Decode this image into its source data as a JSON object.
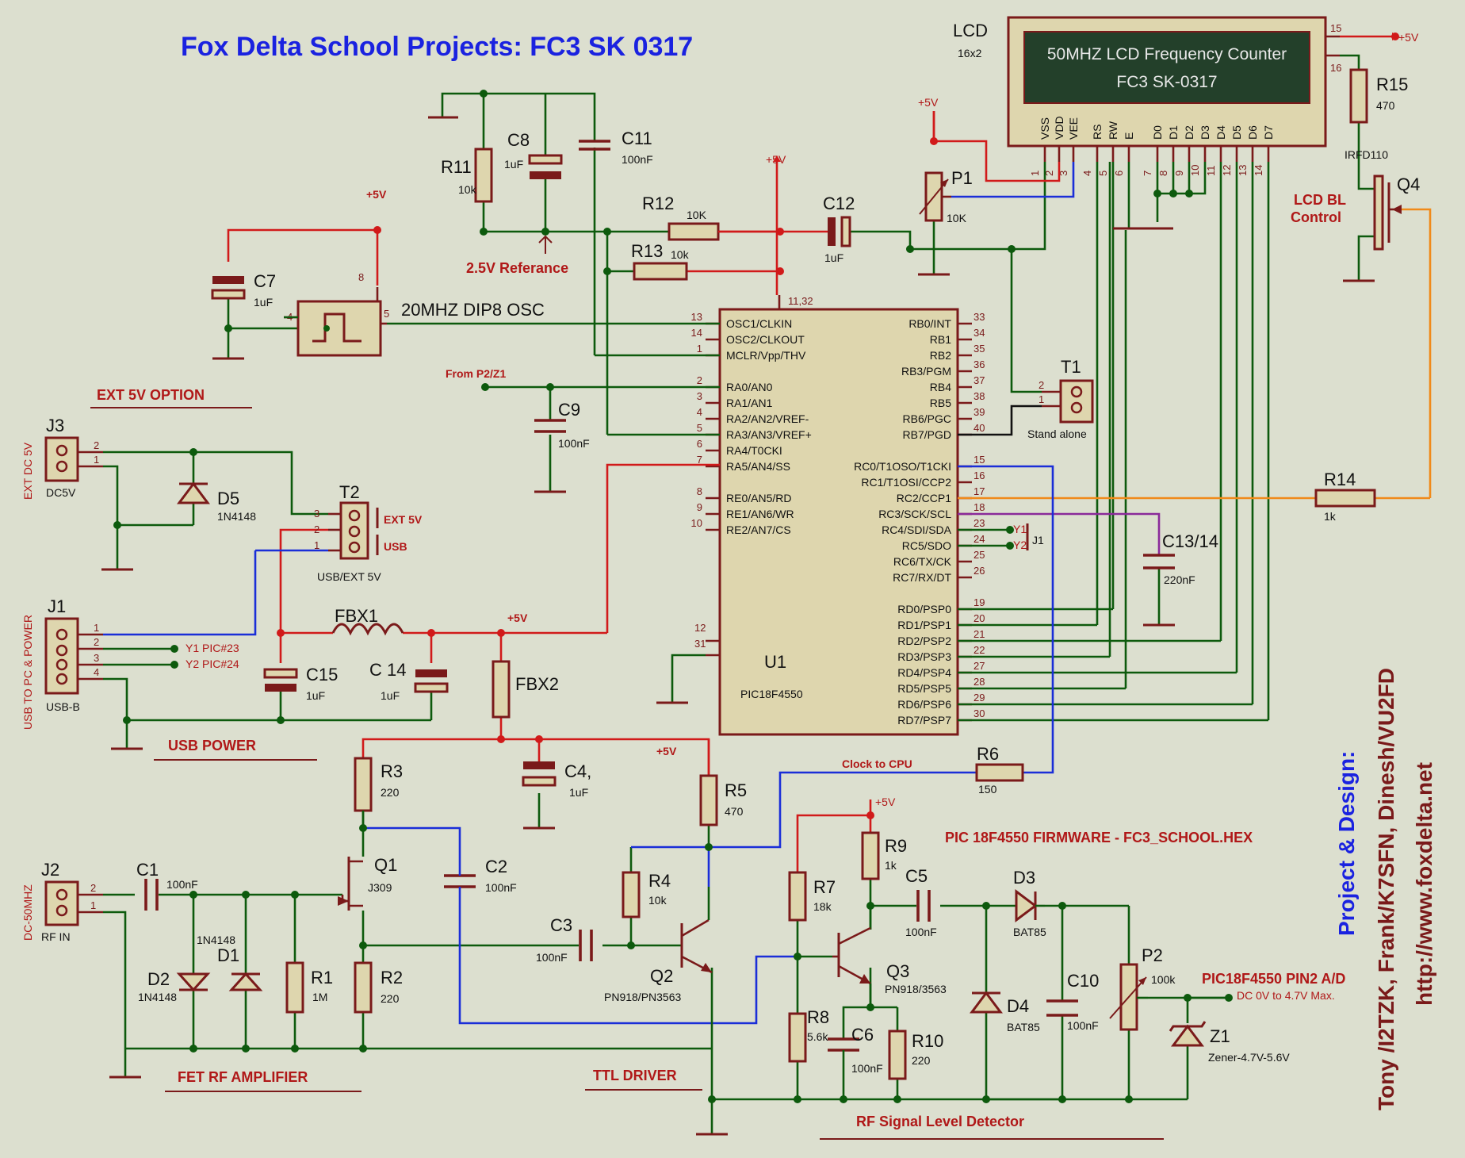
{
  "title": "Fox Delta School Projects: FC3 SK 0317",
  "lcd": {
    "label": "LCD",
    "size": "16x2",
    "line1": "50MHZ LCD Frequency Counter",
    "line2": "FC3 SK-0317",
    "pin_names": [
      "VSS",
      "VDD",
      "VEE",
      "RS",
      "RW",
      "E",
      "D0",
      "D1",
      "D2",
      "D3",
      "D4",
      "D5",
      "D6",
      "D7"
    ],
    "pin_nums": [
      "1",
      "2",
      "3",
      "4",
      "5",
      "6",
      "7",
      "8",
      "9",
      "10",
      "11",
      "12",
      "13",
      "14"
    ],
    "pin15": "15",
    "pin16": "16"
  },
  "mcu": {
    "ref": "U1",
    "part": "PIC18F4550",
    "power_pins": "11,32",
    "gnd_pin12": "12",
    "gnd_pin31": "31",
    "left_pins": [
      {
        "num": "13",
        "name": "OSC1/CLKIN"
      },
      {
        "num": "14",
        "name": "OSC2/CLKOUT"
      },
      {
        "num": "1",
        "name": "MCLR/Vpp/THV"
      },
      {
        "num": "2",
        "name": "RA0/AN0"
      },
      {
        "num": "3",
        "name": "RA1/AN1"
      },
      {
        "num": "4",
        "name": "RA2/AN2/VREF-"
      },
      {
        "num": "5",
        "name": "RA3/AN3/VREF+"
      },
      {
        "num": "6",
        "name": "RA4/T0CKI"
      },
      {
        "num": "7",
        "name": "RA5/AN4/SS"
      },
      {
        "num": "8",
        "name": "RE0/AN5/RD"
      },
      {
        "num": "9",
        "name": "RE1/AN6/WR"
      },
      {
        "num": "10",
        "name": "RE2/AN7/CS"
      }
    ],
    "right_pins": [
      {
        "num": "33",
        "name": "RB0/INT"
      },
      {
        "num": "34",
        "name": "RB1"
      },
      {
        "num": "35",
        "name": "RB2"
      },
      {
        "num": "36",
        "name": "RB3/PGM"
      },
      {
        "num": "37",
        "name": "RB4"
      },
      {
        "num": "38",
        "name": "RB5"
      },
      {
        "num": "39",
        "name": "RB6/PGC"
      },
      {
        "num": "40",
        "name": "RB7/PGD"
      },
      {
        "num": "15",
        "name": "RC0/T1OSO/T1CKI"
      },
      {
        "num": "16",
        "name": "RC1/T1OSI/CCP2"
      },
      {
        "num": "17",
        "name": "RC2/CCP1"
      },
      {
        "num": "18",
        "name": "RC3/SCK/SCL"
      },
      {
        "num": "23",
        "name": "RC4/SDI/SDA"
      },
      {
        "num": "24",
        "name": "RC5/SDO"
      },
      {
        "num": "25",
        "name": "RC6/TX/CK"
      },
      {
        "num": "26",
        "name": "RC7/RX/DT"
      },
      {
        "num": "19",
        "name": "RD0/PSP0"
      },
      {
        "num": "20",
        "name": "RD1/PSP1"
      },
      {
        "num": "21",
        "name": "RD2/PSP2"
      },
      {
        "num": "22",
        "name": "RD3/PSP3"
      },
      {
        "num": "27",
        "name": "RD4/PSP4"
      },
      {
        "num": "28",
        "name": "RD5/PSP5"
      },
      {
        "num": "29",
        "name": "RD6/PSP6"
      },
      {
        "num": "30",
        "name": "RD7/PSP7"
      }
    ]
  },
  "components": {
    "R11": {
      "ref": "R11",
      "val": "10k"
    },
    "C8": {
      "ref": "C8",
      "val": "1uF"
    },
    "C11": {
      "ref": "C11",
      "val": "100nF"
    },
    "R12": {
      "ref": "R12",
      "val": "10K"
    },
    "R13": {
      "ref": "R13",
      "val": "10k"
    },
    "C12": {
      "ref": "C12",
      "val": "1uF"
    },
    "P1": {
      "ref": "P1",
      "val": "10K"
    },
    "C7": {
      "ref": "C7",
      "val": "1uF"
    },
    "OSC": {
      "label": "20MHZ DIP8 OSC",
      "pin4": "4",
      "pin5": "5",
      "pin8": "8"
    },
    "C9": {
      "ref": "C9",
      "val": "100nF"
    },
    "J3": {
      "ref": "J3",
      "val": "DC5V",
      "side": "EXT DC 5V"
    },
    "D5": {
      "ref": "D5",
      "val": "1N4148"
    },
    "T2": {
      "ref": "T2",
      "val": "USB/EXT 5V",
      "opt1": "EXT 5V",
      "opt2": "USB"
    },
    "J1": {
      "ref": "J1",
      "val": "USB-B",
      "side": "USB TO PC & POWER",
      "y1": "Y1 PIC#23",
      "y2": "Y2 PIC#24"
    },
    "FBX1": {
      "ref": "FBX1"
    },
    "FBX2": {
      "ref": "FBX2"
    },
    "C15": {
      "ref": "C15",
      "val": "1uF"
    },
    "C14": {
      "ref": "C 14",
      "val": "1uF"
    },
    "T1": {
      "ref": "T1",
      "val": "Stand alone"
    },
    "R15": {
      "ref": "R15",
      "val": "470"
    },
    "Q4": {
      "ref": "Q4",
      "val": "IRFD110"
    },
    "R14": {
      "ref": "R14",
      "val": "1k"
    },
    "C13": {
      "ref": "C13/14",
      "val": "220nF"
    },
    "J1b": {
      "ref": "J1",
      "y1": "Y1",
      "y2": "Y2"
    },
    "R3": {
      "ref": "R3",
      "val": "220"
    },
    "C4": {
      "ref": "C4,",
      "val": "1uF"
    },
    "R5": {
      "ref": "R5",
      "val": "470"
    },
    "R6": {
      "ref": "R6",
      "val": "150"
    },
    "J2": {
      "ref": "J2",
      "val": "RF IN",
      "side": "DC-50MHZ"
    },
    "C1": {
      "ref": "C1",
      "val": "100nF"
    },
    "D2": {
      "ref": "D2",
      "val": "1N4148"
    },
    "D1": {
      "ref": "D1",
      "val": "1N4148"
    },
    "R1": {
      "ref": "R1",
      "val": "1M"
    },
    "Q1": {
      "ref": "Q1",
      "val": "J309"
    },
    "R2": {
      "ref": "R2",
      "val": "220"
    },
    "C2": {
      "ref": "C2",
      "val": "100nF"
    },
    "C3": {
      "ref": "C3",
      "val": "100nF"
    },
    "R4": {
      "ref": "R4",
      "val": "10k"
    },
    "Q2": {
      "ref": "Q2",
      "val": "PN918/PN3563"
    },
    "R9": {
      "ref": "R9",
      "val": "1k"
    },
    "R7": {
      "ref": "R7",
      "val": "18k"
    },
    "R8": {
      "ref": "R8",
      "val": "5.6k"
    },
    "Q3": {
      "ref": "Q3",
      "val": "PN918/3563"
    },
    "C6": {
      "ref": "C6",
      "val": "100nF"
    },
    "R10": {
      "ref": "R10",
      "val": "220"
    },
    "C5": {
      "ref": "C5",
      "val": "100nF"
    },
    "D3": {
      "ref": "D3",
      "val": "BAT85"
    },
    "D4": {
      "ref": "D4",
      "val": "BAT85"
    },
    "C10": {
      "ref": "C10",
      "val": "100nF"
    },
    "P2": {
      "ref": "P2",
      "val": "100k"
    },
    "Z1": {
      "ref": "Z1",
      "val": "Zener-4.7V-5.6V"
    }
  },
  "labels": {
    "ref25": "2.5V Referance",
    "from_p2": "From P2/Z1",
    "ext5v_option": "EXT 5V OPTION",
    "usb_power": "USB POWER",
    "fet_amp": "FET RF AMPLIFIER",
    "ttl_driver": "TTL DRIVER",
    "rf_detector": "RF Signal Level Detector",
    "clock_cpu": "Clock to CPU",
    "firmware": "PIC 18F4550 FIRMWARE - FC3_SCHOOL.HEX",
    "pin2_ad": "PIC18F4550 PIN2 A/D",
    "dc_range": "DC 0V to 4.7V Max.",
    "lcd_bl1": "LCD BL",
    "lcd_bl2": "Control",
    "plus5v": "+5V",
    "side_line1": "Project & Design:",
    "side_line2": "Tony /I2TZK, Frank/K7SFN, Dinesh/VU2FD",
    "side_line3": "http://www.foxdelta.net"
  },
  "colors": {
    "title": "#1a22e0",
    "ground_wire": "#0d5a0d",
    "power_wire": "#d11a1a",
    "signal_wire": "#1a2ed8",
    "pwm_wire": "#f08a1a",
    "label_red": "#b01818",
    "credits": "#7a1a1a",
    "lcd_screen": "#23402a"
  }
}
